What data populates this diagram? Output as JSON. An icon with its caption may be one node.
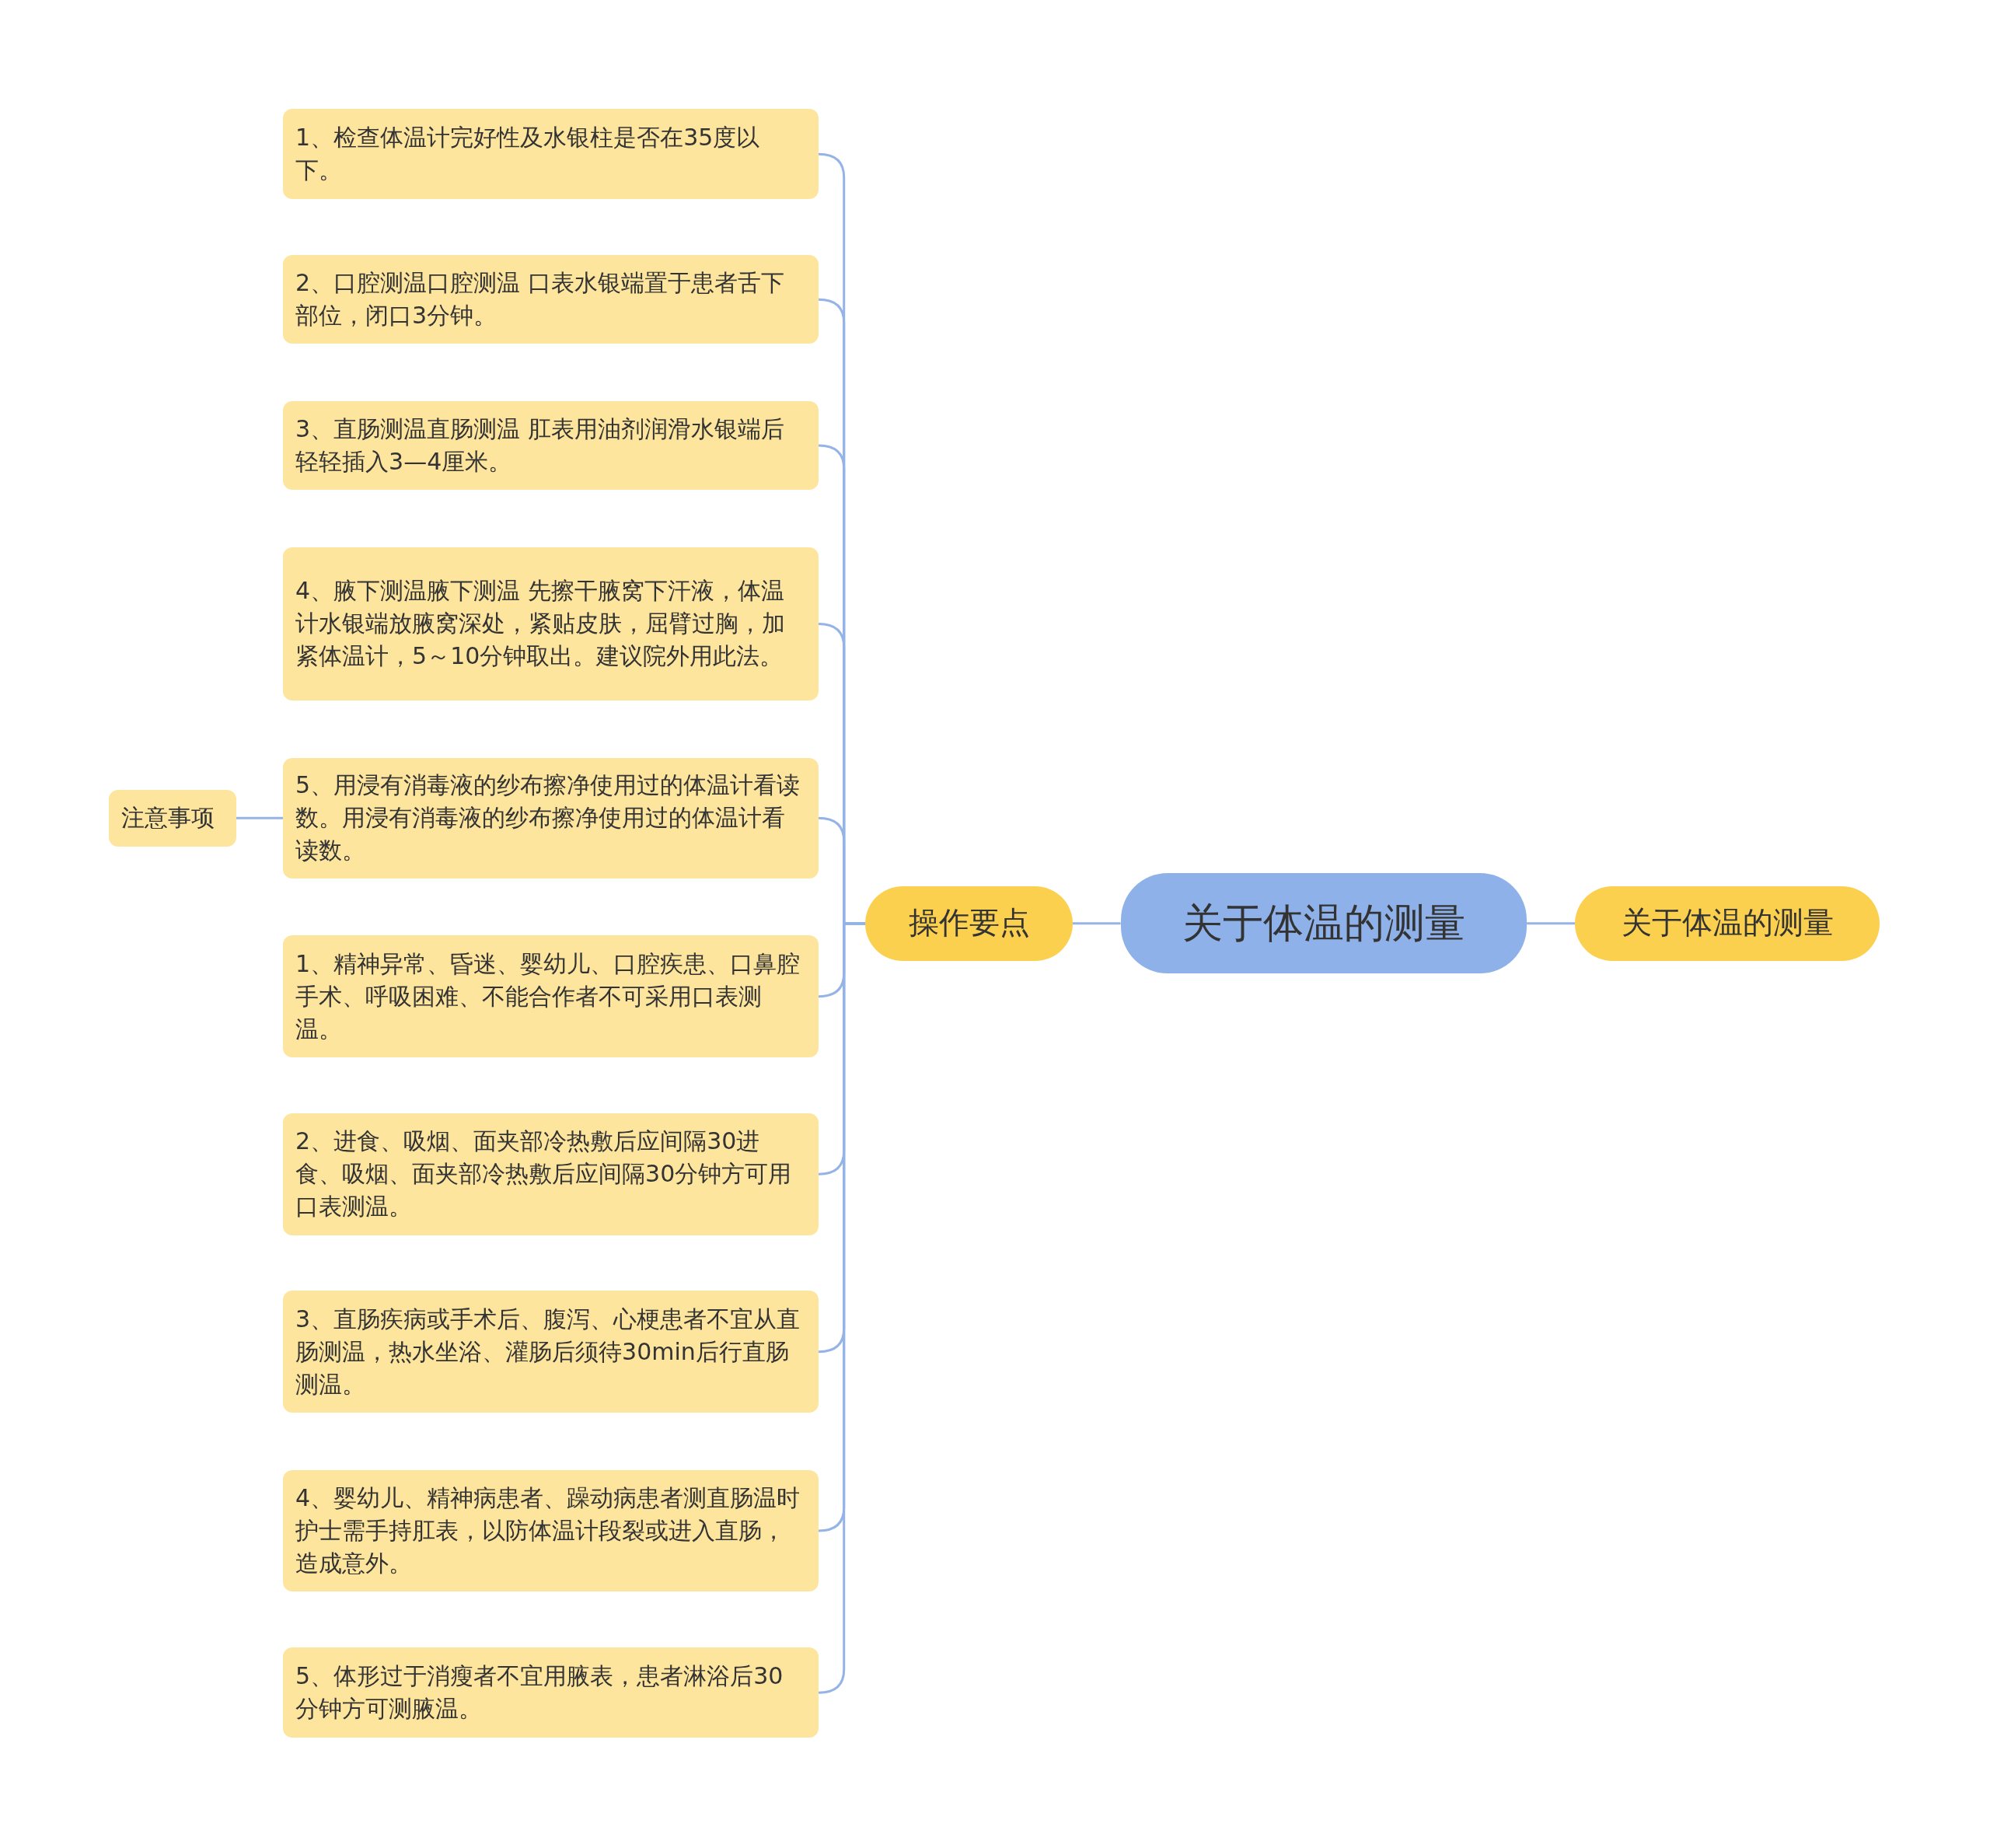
{
  "diagram": {
    "nodes": [
      {
        "text": [
          "关于体温的测量"
        ]
      },
      {
        "text": [
          "关于体温的测量"
        ]
      },
      {
        "text": [
          "操作要点"
        ]
      },
      {
        "text": [
          "1、检查体温计完好性及水银柱是否在35度以下。"
        ]
      },
      {
        "text": [
          "2、口腔测温口腔测温 口表水银端置于患者舌下部位，闭口3分钟。"
        ]
      },
      {
        "text": [
          "3、直肠测温直肠测温 肛表用油剂润滑水银端后轻轻插入3—4厘米。"
        ]
      },
      {
        "text": [
          "4、腋下测温腋下测温 先擦干腋窝下汗液，体温计水银端放腋窝深处，紧贴皮肤，屈臂过胸，加紧体温计，5～10分钟取出。建议院外用此法。"
        ]
      },
      {
        "text": [
          "5、用浸有消毒液的纱布擦净使用过的体温计看读数。用浸有消毒液的纱布擦净使用过的体温计看读数。"
        ]
      },
      {
        "text": [
          "1、精神异常、昏迷、婴幼儿、口腔疾患、口鼻腔手术、呼吸困难、不能合作者不可采用口表测温。"
        ]
      },
      {
        "text": [
          "2、进食、吸烟、面夹部冷热敷后应间隔30进食、吸烟、面夹部冷热敷后应间隔30分钟方可用口表测温。"
        ]
      },
      {
        "text": [
          "3、直肠疾病或手术后、腹泻、心梗患者不宜从直肠测温，热水坐浴、灌肠后须待30min后行直肠测温。"
        ]
      },
      {
        "text": [
          "4、婴幼儿、精神病患者、躁动病患者测直肠温时护士需手持肛表，以防体温计段裂或进入直肠，造成意外。"
        ]
      },
      {
        "text": [
          "5、体形过于消瘦者不宜用腋表，患者淋浴后30分钟方可测腋温。"
        ]
      },
      {
        "text": [
          "注意事项"
        ]
      }
    ],
    "edges": [
      {
        "from": 0,
        "to": 1,
        "arrow": "none"
      },
      {
        "from": 0,
        "to": 2,
        "arrow": "none"
      },
      {
        "from": 2,
        "to": 3,
        "arrow": "none"
      },
      {
        "from": 2,
        "to": 4,
        "arrow": "none"
      },
      {
        "from": 2,
        "to": 5,
        "arrow": "none"
      },
      {
        "from": 2,
        "to": 6,
        "arrow": "none"
      },
      {
        "from": 2,
        "to": 7,
        "arrow": "none"
      },
      {
        "from": 2,
        "to": 8,
        "arrow": "none"
      },
      {
        "from": 2,
        "to": 9,
        "arrow": "none"
      },
      {
        "from": 2,
        "to": 10,
        "arrow": "none"
      },
      {
        "from": 2,
        "to": 11,
        "arrow": "none"
      },
      {
        "from": 2,
        "to": 12,
        "arrow": "none"
      },
      {
        "from": 7,
        "to": 13,
        "arrow": "none"
      }
    ]
  }
}
